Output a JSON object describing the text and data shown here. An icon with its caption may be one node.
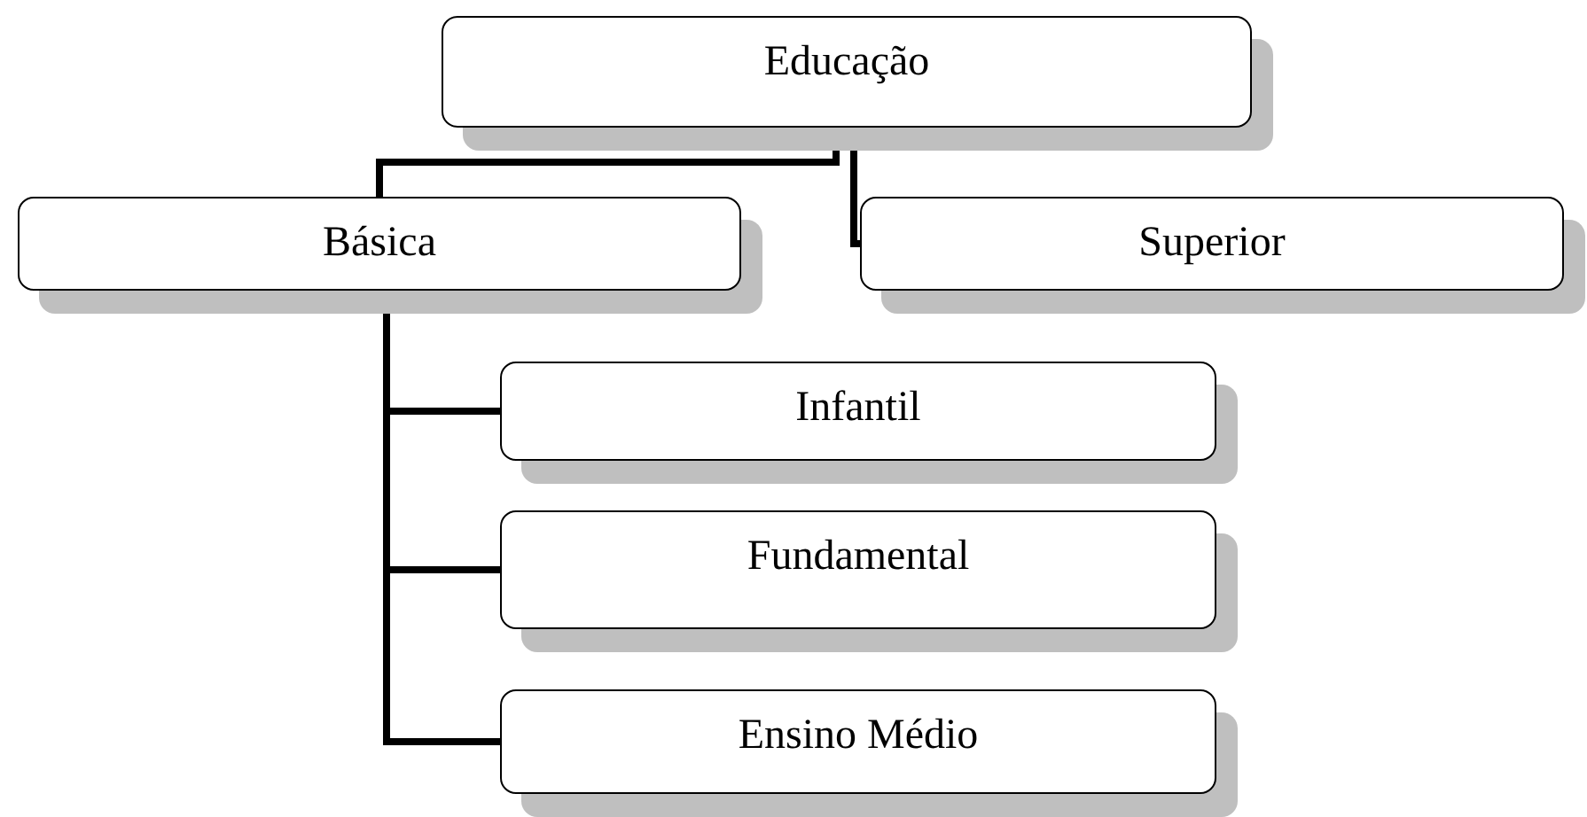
{
  "diagram": {
    "nodes": [
      {
        "text": [
          "Educação"
        ]
      },
      {
        "text": [
          "Básica"
        ]
      },
      {
        "text": [
          "Superior"
        ]
      },
      {
        "text": [
          "Infantil"
        ]
      },
      {
        "text": [
          "Fundamental"
        ]
      },
      {
        "text": [
          "Ensino Médio"
        ]
      }
    ],
    "edges": [
      {
        "from": 0,
        "to": 1,
        "arrow": "none"
      },
      {
        "from": 0,
        "to": 2,
        "arrow": "none"
      },
      {
        "from": 1,
        "to": 3,
        "arrow": "none"
      },
      {
        "from": 1,
        "to": 4,
        "arrow": "none"
      },
      {
        "from": 1,
        "to": 5,
        "arrow": "none"
      }
    ]
  }
}
